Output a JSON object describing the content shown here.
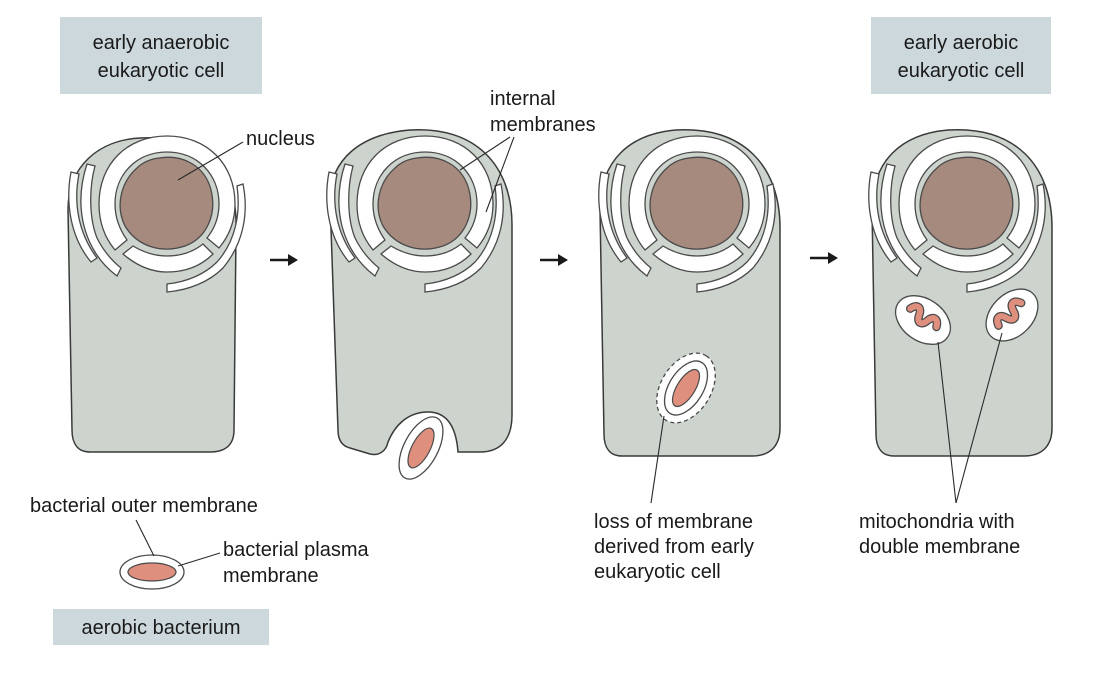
{
  "titles": {
    "anaerobic_line1": "early anaerobic",
    "anaerobic_line2": "eukaryotic cell",
    "aerobic_line1": "early aerobic",
    "aerobic_line2": "eukaryotic cell",
    "bacterium": "aerobic bacterium"
  },
  "labels": {
    "nucleus": "nucleus",
    "internal_membranes_line1": "internal",
    "internal_membranes_line2": "membranes",
    "bacterial_outer_membrane": "bacterial outer membrane",
    "bacterial_plasma_line1": "bacterial plasma",
    "bacterial_plasma_line2": "membrane",
    "loss_line1": "loss of membrane",
    "loss_line2": "derived from early",
    "loss_line3": "eukaryotic cell",
    "mito_line1": "mitochondria with",
    "mito_line2": "double membrane"
  },
  "colors": {
    "cytoplasm": "#cdd3cd",
    "nucleus": "#a58a7d",
    "bacterium": "#de8f7e",
    "title_box": "#cdd8dc",
    "membrane": "#ffffff"
  },
  "stages": [
    "early anaerobic eukaryotic cell",
    "engulfment",
    "membrane loss",
    "early aerobic eukaryotic cell"
  ]
}
